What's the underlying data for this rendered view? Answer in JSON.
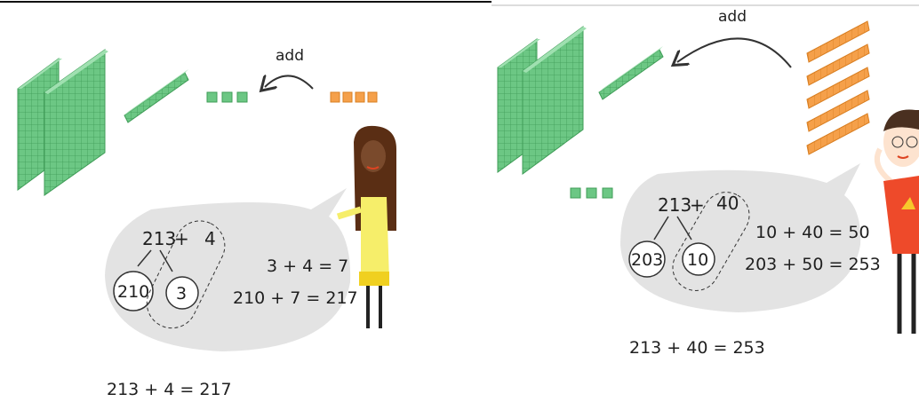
{
  "left_panel": {
    "add_label": "add",
    "partition": {
      "whole": "213",
      "plus": "+",
      "addend": "4",
      "part_a": "210",
      "part_b": "3"
    },
    "step1": "3 + 4 = 7",
    "step2": "210 + 7 = 217",
    "result": "213 + 4 = 217"
  },
  "right_panel": {
    "add_label": "add",
    "partition": {
      "whole": "213",
      "plus": "+",
      "addend": "40",
      "part_a": "203",
      "part_b": "10"
    },
    "step1": "10 + 40 = 50",
    "step2": "203 + 50 = 253",
    "result": "213 + 40 = 253"
  },
  "colors": {
    "green_block": "#6cc784",
    "orange_block": "#f5a04a",
    "bubble": "#e3e3e3"
  }
}
